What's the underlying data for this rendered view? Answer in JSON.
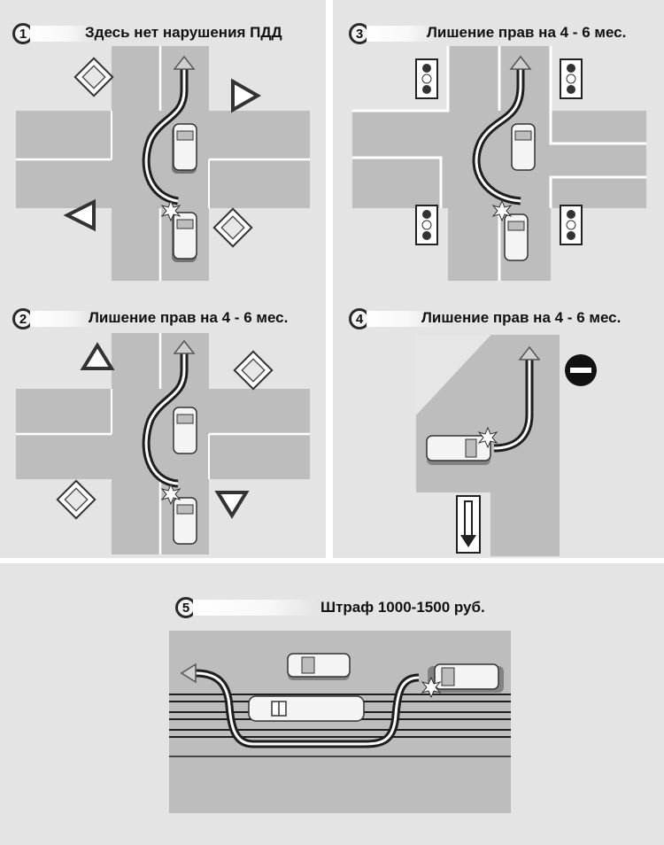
{
  "panels": [
    {
      "number": "1",
      "caption": "Здесь нет нарушения ПДД"
    },
    {
      "number": "3",
      "caption": "Лишение прав на 4 - 6 мес."
    },
    {
      "number": "2",
      "caption": "Лишение прав на 4 - 6 мес."
    },
    {
      "number": "4",
      "caption": "Лишение прав на 4 - 6 мес."
    },
    {
      "number": "5",
      "caption": "Штраф 1000-1500 руб."
    }
  ],
  "colors": {
    "background": "#e4e4e4",
    "road": "#bdbdbd",
    "marking": "#ffffff",
    "path": "#1e1e1e",
    "car": "#f4f4f4"
  },
  "signs": {
    "panel1": [
      "priority-road-sign",
      "give-way-sign",
      "give-way-sign",
      "priority-road-sign"
    ],
    "panel2": [
      "give-way-sign",
      "priority-road-sign",
      "priority-road-sign",
      "give-way-sign"
    ],
    "panel3": [
      "traffic-light",
      "traffic-light",
      "traffic-light",
      "traffic-light"
    ],
    "panel4": [
      "no-entry-sign",
      "one-way-arrow-sign"
    ]
  }
}
